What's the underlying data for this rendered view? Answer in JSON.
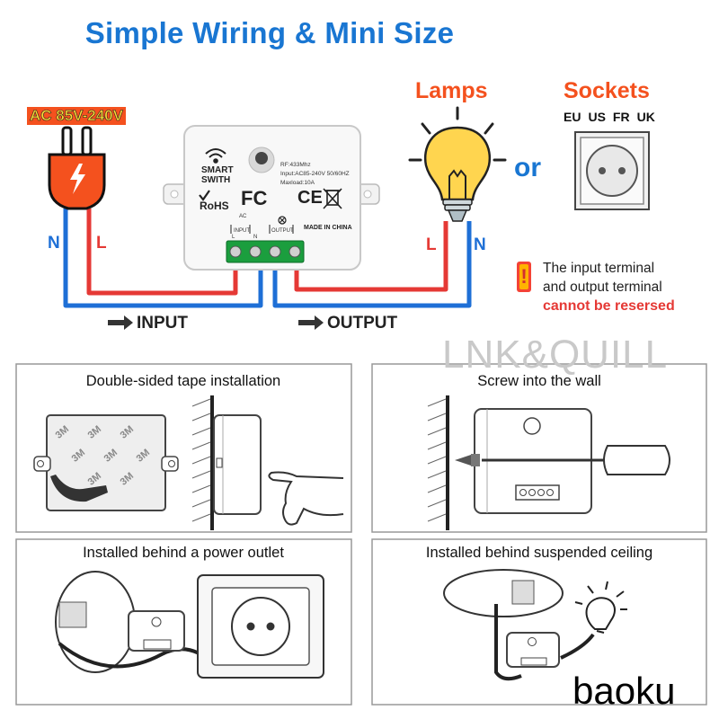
{
  "header": {
    "title": "Simple Wiring & Mini Size"
  },
  "colors": {
    "title_blue": "#1976d2",
    "wire_red": "#e53935",
    "wire_blue": "#1e6fd6",
    "warn": "#f44336",
    "plug_orange": "#f4511e",
    "bulb_yellow": "#ffd54f"
  },
  "plug": {
    "voltage": "AC 85V-240V"
  },
  "device": {
    "name_line1": "SMART",
    "name_line2": "SWITH",
    "rohs": "RoHS",
    "fc": "FC",
    "ce": "CE",
    "spec_rf": "RF:433Mhz",
    "spec_input": "Input:AC85-240V 50/60HZ",
    "spec_maxload": "Maxload:10A",
    "ac_label": "AC",
    "input_label": "INPUT",
    "output_label": "OUTPUT",
    "pin_l": "L",
    "pin_n": "N",
    "made_in": "MADE IN CHINA"
  },
  "wiring": {
    "left_n": "N",
    "left_l": "L",
    "right_l": "L",
    "right_n": "N",
    "input_label": "INPUT",
    "output_label": "OUTPUT",
    "arrow": "➜"
  },
  "loads": {
    "lamps": "Lamps",
    "sockets": "Sockets",
    "or": "or",
    "regions": [
      "EU",
      "US",
      "FR",
      "UK"
    ]
  },
  "warning": {
    "mark": "!",
    "line1": "The input terminal",
    "line2": "and output terminal",
    "line3": "cannot be resersed"
  },
  "watermark": {
    "brand": "LNK&QUILL",
    "corner": "baoku"
  },
  "panels": {
    "tape": {
      "title": "Double-sided tape installation",
      "tape_text": "3M"
    },
    "screw": {
      "title": "Screw into the wall"
    },
    "outlet": {
      "title": "Installed behind a power outlet"
    },
    "ceiling": {
      "title": "Installed behind suspended ceiling"
    }
  }
}
